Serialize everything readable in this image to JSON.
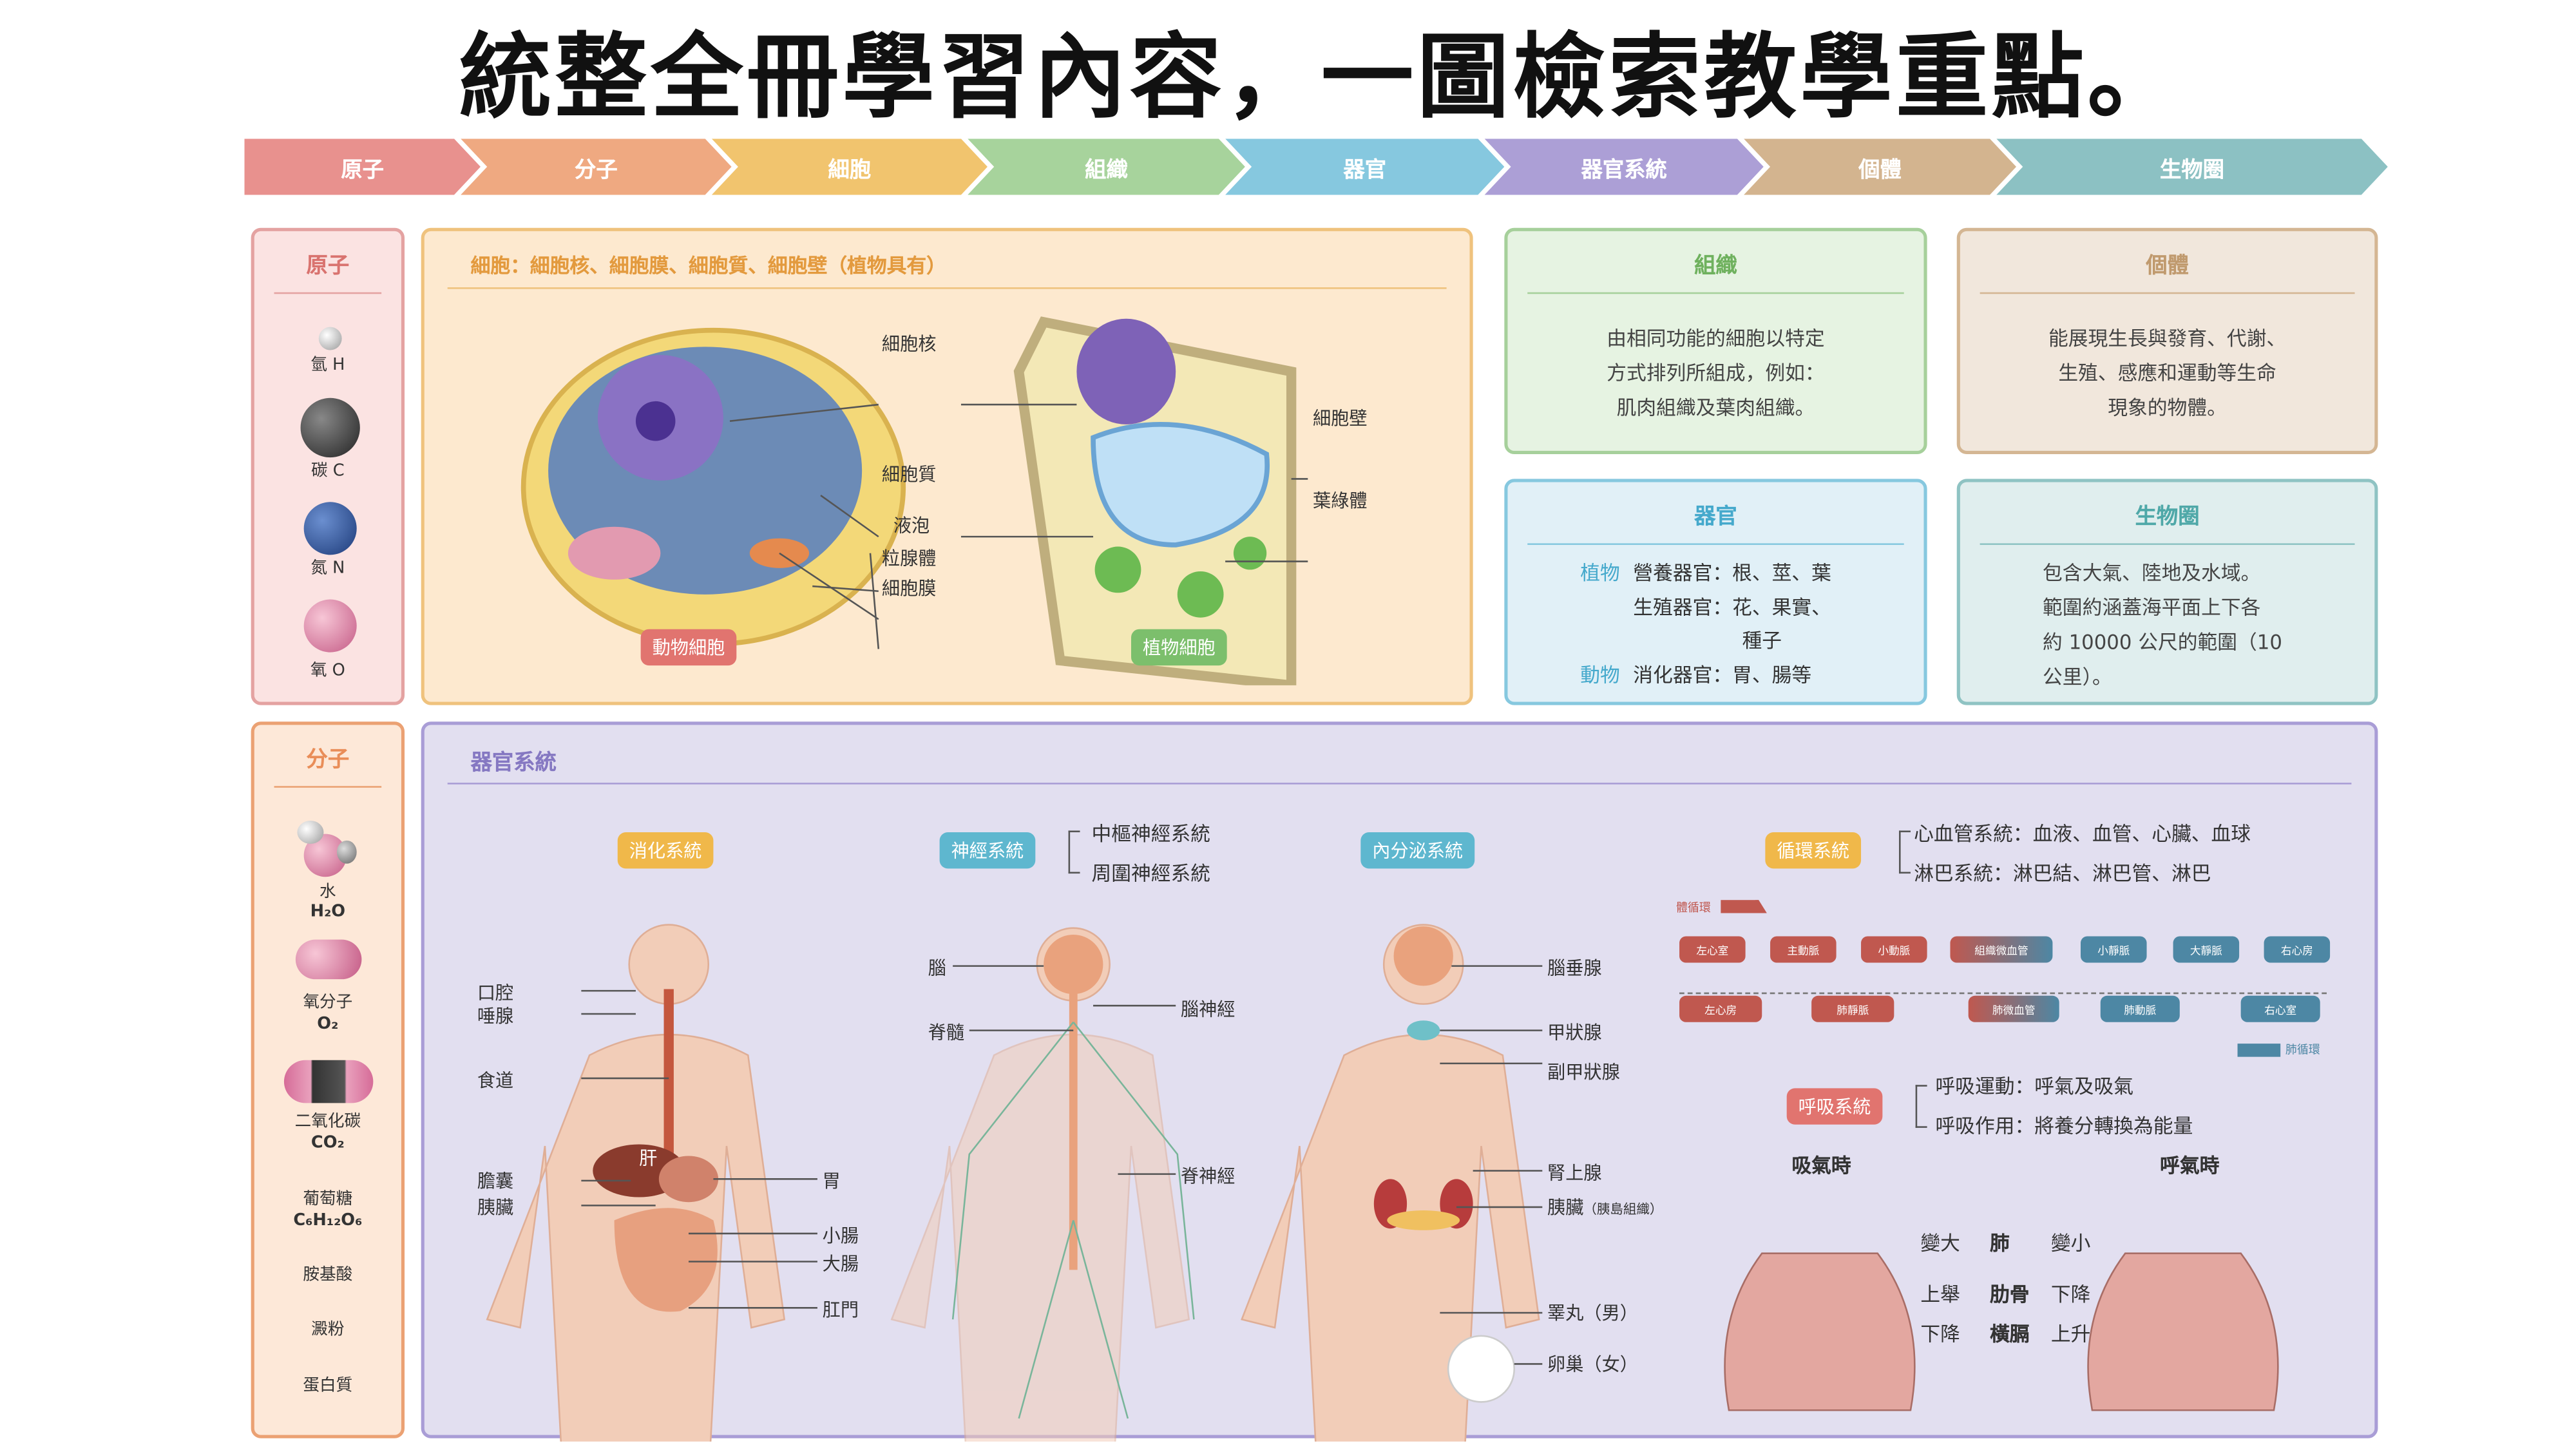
{
  "title": "統整全冊學習內容，一圖檢索教學重點。",
  "levels": [
    {
      "label": "原子",
      "color": "#e8918e"
    },
    {
      "label": "分子",
      "color": "#efa981"
    },
    {
      "label": "細胞",
      "color": "#f1c46e"
    },
    {
      "label": "組織",
      "color": "#a7d39c"
    },
    {
      "label": "器官",
      "color": "#86c8df"
    },
    {
      "label": "器官系統",
      "color": "#ac9fd6"
    },
    {
      "label": "個體",
      "color": "#d3b48f"
    },
    {
      "label": "生物圈",
      "color": "#8cc1c3"
    }
  ],
  "atom": {
    "title": "原子",
    "items": [
      "氫 H",
      "碳 C",
      "氮 N",
      "氧 O"
    ]
  },
  "cell": {
    "title": "細胞：細胞核、細胞膜、細胞質、細胞壁（植物具有）",
    "labels": {
      "nucleus": "細胞核",
      "cytoplasm": "細胞質",
      "vacuole": "液泡",
      "mito": "粒腺體",
      "membrane": "細胞膜",
      "wall": "細胞壁",
      "chloro": "葉綠體"
    },
    "animal": "動物細胞",
    "plant": "植物細胞"
  },
  "tissue": {
    "title": "組織",
    "lines": [
      "由相同功能的細胞以特定",
      "方式排列所組成，例如：",
      "肌肉組織及葉肉組織。"
    ]
  },
  "individual": {
    "title": "個體",
    "lines": [
      "能展現生長與發育、代謝、",
      "生殖、感應和運動等生命",
      "現象的物體。"
    ]
  },
  "organ": {
    "title": "器官",
    "plant": "植物",
    "plant_l1": "營養器官：根、莖、葉",
    "plant_l2": "生殖器官：花、果實、",
    "plant_l3": "種子",
    "animal": "動物",
    "animal_l1": "消化器官：胃、腸等"
  },
  "biosphere": {
    "title": "生物圈",
    "lines": [
      "包含大氣、陸地及水域。",
      "範圍約涵蓋海平面上下各",
      "約 10000 公尺的範圍（10",
      "公里）。"
    ]
  },
  "molecule": {
    "title": "分子",
    "items": [
      {
        "name": "水",
        "formula": "H₂O"
      },
      {
        "name": "氧分子",
        "formula": "O₂"
      },
      {
        "name": "二氧化碳",
        "formula": "CO₂"
      },
      {
        "name": "葡萄糖",
        "formula": "C₆H₁₂O₆"
      },
      {
        "name": "胺基酸"
      },
      {
        "name": "澱粉"
      },
      {
        "name": "蛋白質"
      }
    ]
  },
  "system": {
    "title": "器官系統",
    "digestive": {
      "tag": "消化系統",
      "labels": [
        "口腔",
        "唾腺",
        "食道",
        "膽囊",
        "胰臟",
        "胃",
        "小腸",
        "大腸",
        "肛門"
      ],
      "liver": "肝"
    },
    "nervous": {
      "tag": "神經系統",
      "sub": [
        "中樞神經系統",
        "周圍神經系統"
      ],
      "labels": [
        "腦",
        "脊髓",
        "腦神經",
        "脊神經"
      ]
    },
    "endocrine": {
      "tag": "內分泌系統",
      "labels": [
        "腦垂腺",
        "甲狀腺",
        "副甲狀腺",
        "腎上腺",
        "胰臟",
        "睪丸（男）",
        "卵巢（女）"
      ],
      "islet": "（胰島組織）"
    },
    "circulatory": {
      "tag": "循環系統",
      "sub": [
        "心血管系統：血液、血管、心臟、血球",
        "淋巴系統：淋巴結、淋巴管、淋巴"
      ],
      "systemic": "體循環",
      "pulmonary": "肺循環",
      "row1": [
        "左心室",
        "主動脈",
        "小動脈",
        "組織微血管",
        "小靜脈",
        "大靜脈",
        "右心房"
      ],
      "row2": [
        "左心房",
        "肺靜脈",
        "肺微血管",
        "肺動脈",
        "右心室"
      ]
    },
    "respiratory": {
      "tag": "呼吸系統",
      "sub": [
        "呼吸運動：呼氣及吸氣",
        "呼吸作用：將養分轉換為能量"
      ],
      "inhale": "吸氣時",
      "exhale": "呼氣時",
      "rows": [
        [
          "變大",
          "肺",
          "變小"
        ],
        [
          "上舉",
          "肋骨",
          "下降"
        ],
        [
          "下降",
          "橫膈",
          "上升"
        ]
      ]
    }
  },
  "colors": {
    "red": "#c0584f",
    "blue": "#4d87a4",
    "orange": "#f0b84a",
    "pinktag": "#e1746f",
    "tealtag": "#5eb7cf"
  }
}
